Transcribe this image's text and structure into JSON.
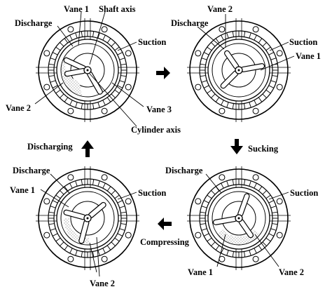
{
  "panels": [
    {
      "id": "top-left",
      "labels": {
        "discharge": "Discharge",
        "vane1": "Vane 1",
        "shaft_axis": "Shaft axis",
        "suction": "Suction",
        "vane2": "Vane 2",
        "vane3": "Vane 3",
        "cylinder_axis": "Cylinder axis"
      }
    },
    {
      "id": "top-right",
      "labels": {
        "vane2": "Vane 2",
        "discharge": "Discharge",
        "suction": "Suction",
        "vane1": "Vane 1"
      }
    },
    {
      "id": "bottom-left",
      "labels": {
        "discharge": "Discharge",
        "vane1": "Vane 1",
        "suction": "Suction",
        "vane2": "Vane 2"
      }
    },
    {
      "id": "bottom-right",
      "labels": {
        "discharge": "Discharge",
        "suction": "Suction",
        "vane1": "Vane 1",
        "vane2": "Vane 2"
      }
    }
  ],
  "transitions": {
    "discharging": "Discharging",
    "sucking": "Sucking",
    "compressing": "Compressing"
  },
  "colors": {
    "ink": "#000000",
    "background": "#ffffff",
    "stipple": "#666666"
  }
}
